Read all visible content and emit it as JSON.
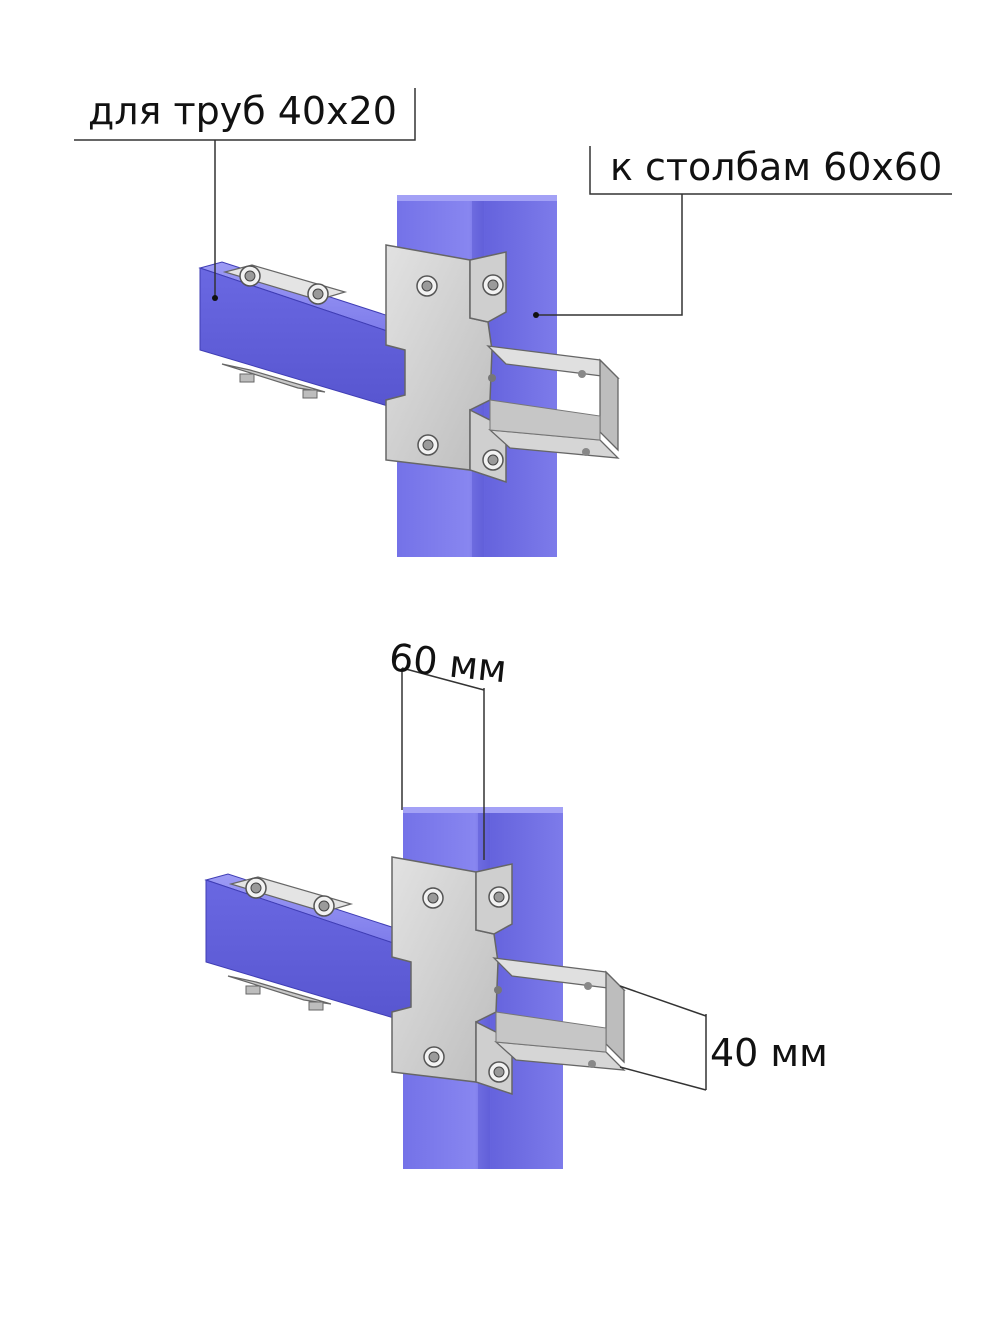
{
  "labels": {
    "pipe_label": "для труб 40х20",
    "post_label": "к столбам 60х60",
    "width_dimension": "60 мм",
    "height_dimension": "40 мм"
  },
  "colors": {
    "pipe_light": "#8a88f2",
    "pipe_mid": "#6e6ce6",
    "pipe_dark": "#4f4dc9",
    "plate": "#d4d4d4",
    "plate_edge": "#6a6a6a",
    "line": "#333333"
  }
}
